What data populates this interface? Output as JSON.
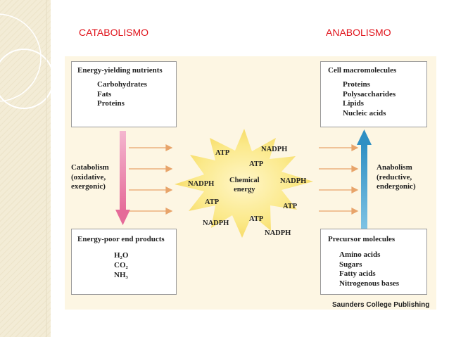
{
  "headings": {
    "left": "CATABOLISMO",
    "right": "ANABOLISMO"
  },
  "boxes": {
    "top_left": {
      "title": "Energy-yielding nutrients",
      "items": [
        "Carbohydrates",
        "Fats",
        "Proteins"
      ]
    },
    "bottom_left": {
      "title": "Energy-poor end products",
      "items": [
        "H₂O",
        "CO₂",
        "NH₃"
      ]
    },
    "top_right": {
      "title": "Cell macromolecules",
      "items": [
        "Proteins",
        "Polysaccharides",
        "Lipids",
        "Nucleic acids"
      ]
    },
    "bottom_right": {
      "title": "Precursor molecules",
      "items": [
        "Amino acids",
        "Sugars",
        "Fatty acids",
        "Nitrogenous bases"
      ]
    }
  },
  "side_labels": {
    "catabolism": [
      "Catabolism",
      "(oxidative,",
      "exergonic)"
    ],
    "anabolism": [
      "Anabolism",
      "(reductive,",
      "endergonic)"
    ]
  },
  "center": {
    "label": [
      "Chemical",
      "energy"
    ],
    "carriers": [
      "ATP",
      "NADPH",
      "ATP",
      "NADPH",
      "NADPH",
      "ATP",
      "ATP",
      "NADPH",
      "ATP",
      "NADPH"
    ]
  },
  "credit": "Saunders College Publishing",
  "colors": {
    "heading": "#e0131b",
    "catabolism_arrow": "#e87aa2",
    "anabolism_arrow": "#3aa0cf",
    "small_arrow": "#e8a46a",
    "starburst": "#fbe98a",
    "background": "#fdf6e3",
    "side_panel": "#f3ecd6"
  }
}
